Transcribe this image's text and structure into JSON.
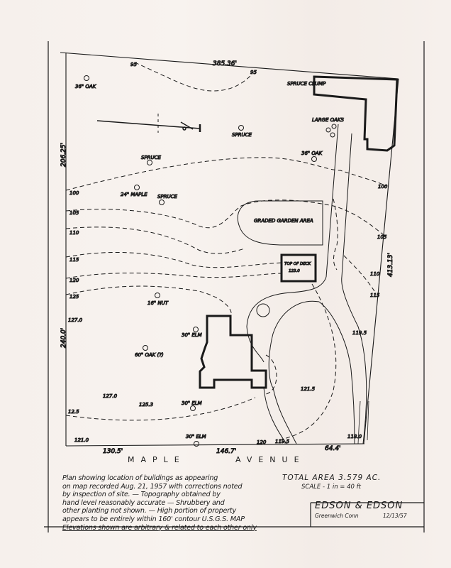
{
  "plan": {
    "top_boundary": "385.36'",
    "left_boundary_upper": "206.25'",
    "left_boundary_lower": "240.0'",
    "right_boundary": "413.13'",
    "bottom_segments": [
      "130.5'",
      "146.7'",
      "64.4'"
    ],
    "street_words": [
      "MAPLE",
      "AVENUE"
    ],
    "trees": [
      {
        "label": "36\" OAK"
      },
      {
        "label": "SPRUCE CLUMP"
      },
      {
        "label": "LARGE OAKS"
      },
      {
        "label": "SPRUCE"
      },
      {
        "label": "36\" OAK"
      },
      {
        "label": "SPRUCE"
      },
      {
        "label": "24\" MAPLE"
      },
      {
        "label": "SPRUCE"
      },
      {
        "label": "16\" NUT"
      },
      {
        "label": "30\" ELM"
      },
      {
        "label": "60\" OAK (?)"
      },
      {
        "label": "30\" ELM"
      },
      {
        "label": "30\" ELM"
      }
    ],
    "contours_left": [
      "95",
      "100",
      "105",
      "110",
      "115",
      "120",
      "125",
      "12.5"
    ],
    "contours_right": [
      "95",
      "100",
      "105",
      "110",
      "115"
    ],
    "spot_elevations": [
      "127.0",
      "127.0",
      "125.3",
      "121.0",
      "120",
      "119.5",
      "119.5",
      "121.5",
      "118.0"
    ],
    "garden_label": "GRADED GARDEN AREA",
    "deck_label": "TOP OF DECK",
    "deck_elevation": "123.0"
  },
  "notes": [
    "Plan showing location of buildings as appearing",
    "on map recorded Aug. 21, 1957 with corrections noted",
    "by inspection of site. — Topography obtained by",
    "hand level reasonably accurate — Shrubbery and",
    "other planting not shown. — High portion of property",
    "appears to be entirely within 160' contour U.S.G.S. MAP",
    "Elevations shown are arbitrary & related to each other only"
  ],
  "summary": {
    "total_area": "TOTAL AREA 3.579 AC.",
    "scale": "SCALE - 1 in = 40 ft"
  },
  "title_block": {
    "firm": "EDSON & EDSON",
    "location": "Greenwich Conn",
    "date": "12/13/57"
  }
}
